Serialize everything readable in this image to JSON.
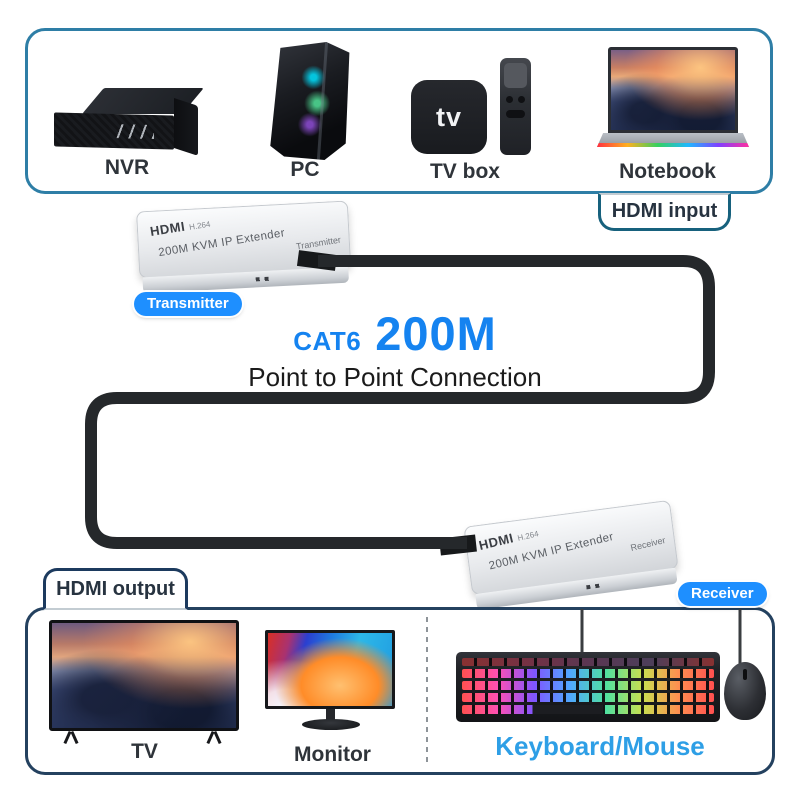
{
  "colors": {
    "accent_blue": "#1583f0",
    "badge_blue": "#1e8fff",
    "keyboard_mouse_blue": "#2e9fe6",
    "input_box_border": "#2e7ea6",
    "input_tab_border": "#17617d",
    "output_box_border": "#24415f",
    "cable_black": "#25282b"
  },
  "input_group": {
    "tag": "HDMI input",
    "devices": [
      {
        "name": "NVR"
      },
      {
        "name": "PC"
      },
      {
        "name": "TV box",
        "screen_text": "tv"
      },
      {
        "name": "Notebook"
      }
    ]
  },
  "transmitter": {
    "badge": "Transmitter",
    "brand": "HDMI",
    "codec": "H.264",
    "title": "200M KVM IP Extender",
    "role": "Transmitter"
  },
  "receiver": {
    "badge": "Receiver",
    "brand": "HDMI",
    "codec": "H.264",
    "title": "200M KVM IP Extender",
    "role": "Receiver"
  },
  "link": {
    "cable_type": "CAT6",
    "distance": "200M",
    "subtitle": "Point to Point Connection"
  },
  "output_group": {
    "tag": "HDMI output",
    "devices": [
      {
        "name": "TV"
      },
      {
        "name": "Monitor"
      },
      {
        "name": "Keyboard/Mouse"
      }
    ]
  }
}
